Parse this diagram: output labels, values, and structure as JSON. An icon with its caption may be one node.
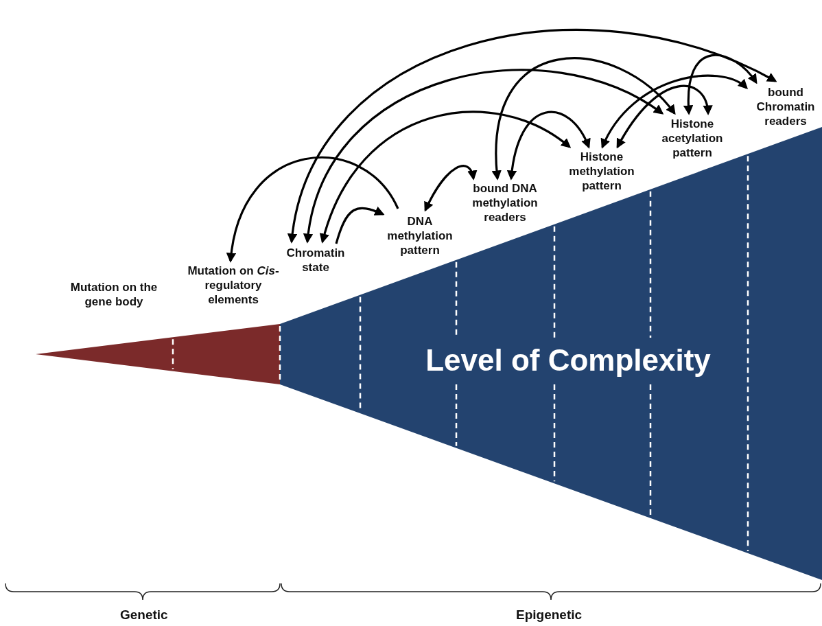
{
  "diagram": {
    "nodes": [
      {
        "text": [
          "Mutation on the gene body"
        ]
      },
      {
        "text": [
          "Mutation on *Cis*-regulatory elements"
        ]
      },
      {
        "text": [
          "Chromatin state"
        ]
      },
      {
        "text": [
          "DNA methylation pattern"
        ]
      },
      {
        "text": [
          "bound DNA methylation readers"
        ]
      },
      {
        "text": [
          "Histone methylation pattern"
        ]
      },
      {
        "text": [
          "Histone acetylation pattern"
        ]
      },
      {
        "text": [
          "bound Chromatin readers"
        ]
      },
      {
        "text": [],
        "shape": "triangle"
      },
      {
        "text": [
          "Level of Complexity"
        ]
      }
    ],
    "edges": [
      {
        "from": 3,
        "to": 1,
        "arrow": "to"
      },
      {
        "from": 2,
        "to": 3,
        "arrow": "to"
      },
      {
        "from": 3,
        "to": 4,
        "arrow": "both"
      },
      {
        "from": 2,
        "to": 7,
        "arrow": "both"
      },
      {
        "from": 2,
        "to": 6,
        "arrow": "both"
      },
      {
        "from": 2,
        "to": 5,
        "arrow": "both"
      },
      {
        "from": 4,
        "to": 6,
        "arrow": "both"
      },
      {
        "from": 4,
        "to": 5,
        "arrow": "both"
      },
      {
        "from": 5,
        "to": 7,
        "arrow": "both"
      },
      {
        "from": 5,
        "to": 6,
        "arrow": "both"
      },
      {
        "from": 6,
        "to": 7,
        "arrow": "both"
      }
    ],
    "labels": [
      "Genetic",
      "Epigenetic"
    ]
  }
}
